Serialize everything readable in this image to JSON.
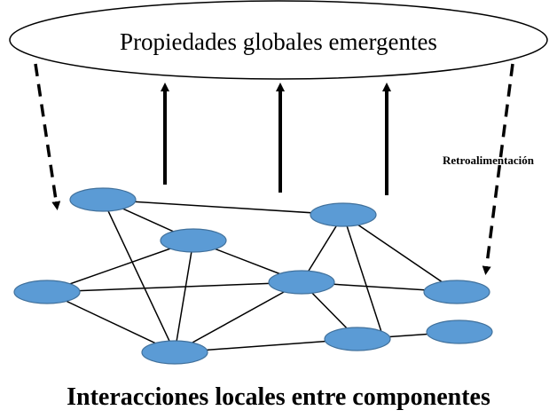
{
  "top_label": "Propiedades globales emergentes",
  "feedback_label": "Retroalimentación",
  "bottom_label": "Interacciones locales entre componentes",
  "colors": {
    "node_fill": "#5b9bd5",
    "node_stroke": "#41719c",
    "line": "#000000",
    "background": "#ffffff"
  }
}
